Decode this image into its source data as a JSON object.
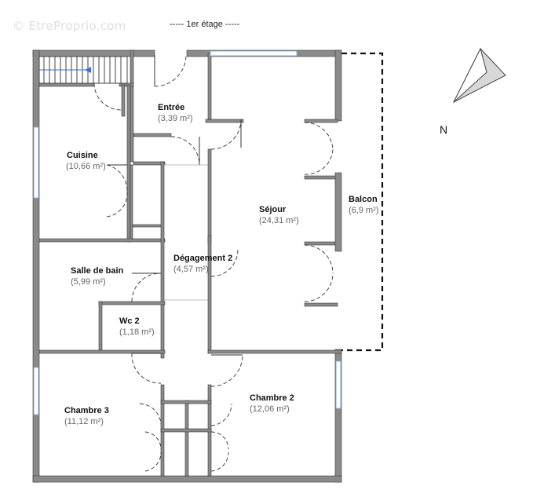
{
  "watermark": "© EtreProprio.com",
  "floor_label": "-----   1er étage   -----",
  "north_label": "N",
  "rooms": [
    {
      "name": "Entrée",
      "area": "(3,39 m²)"
    },
    {
      "name": "Cuisine",
      "area": "(10,66 m²)"
    },
    {
      "name": "Séjour",
      "area": "(24,31 m²)"
    },
    {
      "name": "Balcon",
      "area": "(6,9 m²)"
    },
    {
      "name": "Salle de bain",
      "area": "(5,99 m²)"
    },
    {
      "name": "Dégagement 2",
      "area": "(4,57 m²)"
    },
    {
      "name": "Wc 2",
      "area": "(1,18 m²)"
    },
    {
      "name": "Chambre 3",
      "area": "(11,12 m²)"
    },
    {
      "name": "Chambre 2",
      "area": "(12,06 m²)"
    }
  ],
  "colors": {
    "wall": "#8a8a8a",
    "wall_edge": "#3a3a3a",
    "window": "#8fb2e0",
    "stairs_arrow": "#3a6fd8"
  }
}
